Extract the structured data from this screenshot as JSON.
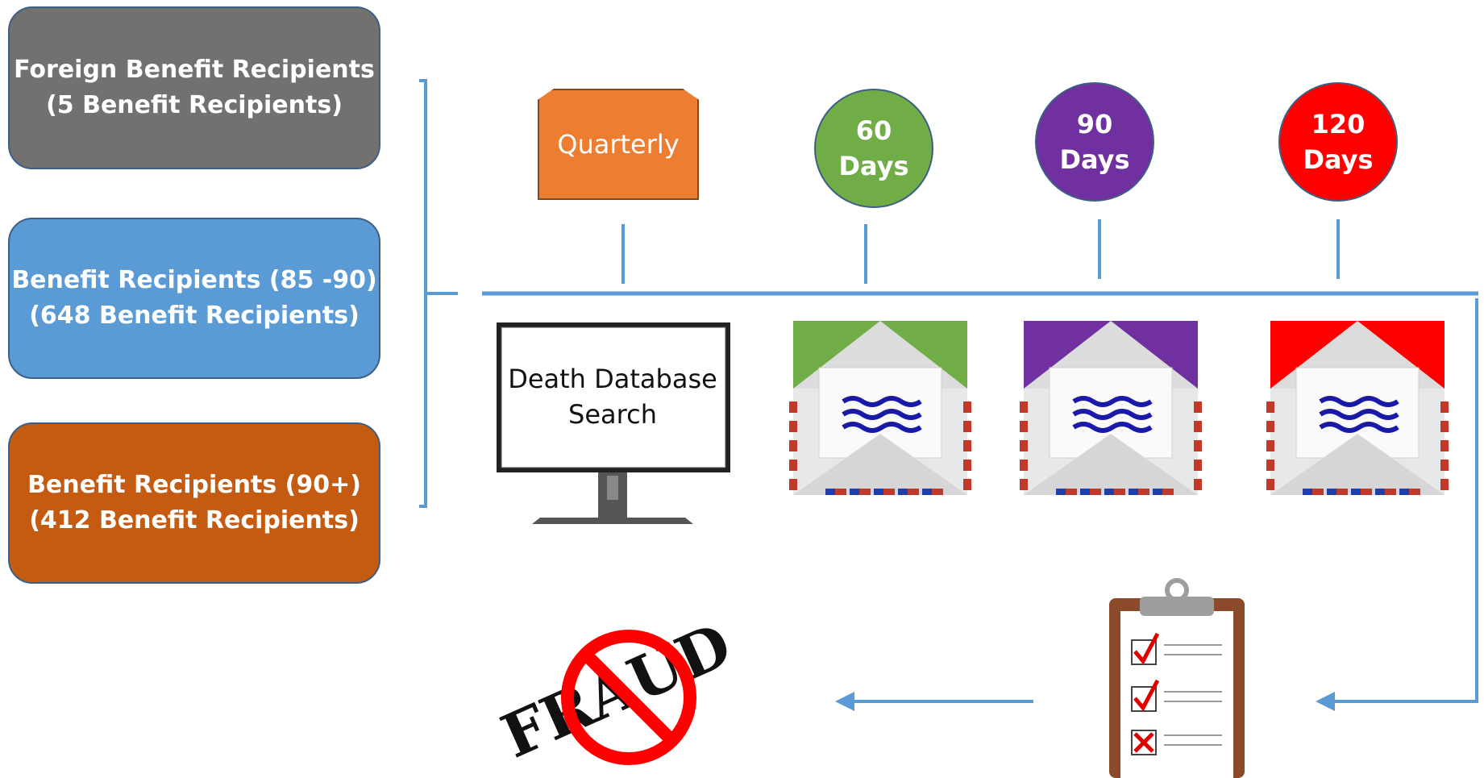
{
  "groups": [
    {
      "line1": "Foreign Benefit Recipients",
      "line2": "(5 Benefit Recipients)",
      "color": "#737070"
    },
    {
      "line1": "Benefit Recipients (85 -90)",
      "line2": "(648 Benefit Recipients)",
      "color": "#5b9bd5"
    },
    {
      "line1": "Benefit Recipients (90+)",
      "line2": "(412 Benefit Recipients)",
      "color": "#c55a11"
    }
  ],
  "stages": [
    {
      "line1": "Quarterly",
      "line2": "",
      "color": "#ed7d31"
    },
    {
      "line1": "60",
      "line2": "Days",
      "color": "#70ad47"
    },
    {
      "line1": "90",
      "line2": "Days",
      "color": "#7030a0"
    },
    {
      "line1": "120",
      "line2": "Days",
      "color": "#ff0000"
    }
  ],
  "monitor": {
    "line1": "Death Database",
    "line2": "Search",
    "icon": "monitor-icon"
  },
  "letters": [
    {
      "icon": "envelope-icon",
      "color": "#70ad47"
    },
    {
      "icon": "envelope-icon",
      "color": "#7030a0"
    },
    {
      "icon": "envelope-icon",
      "color": "#ff0000"
    }
  ],
  "checklist": {
    "icon": "clipboard-checklist-icon"
  },
  "fraud": {
    "text": "FRAUD",
    "icon": "no-symbol-icon"
  },
  "line_color": "#5b9bd5"
}
